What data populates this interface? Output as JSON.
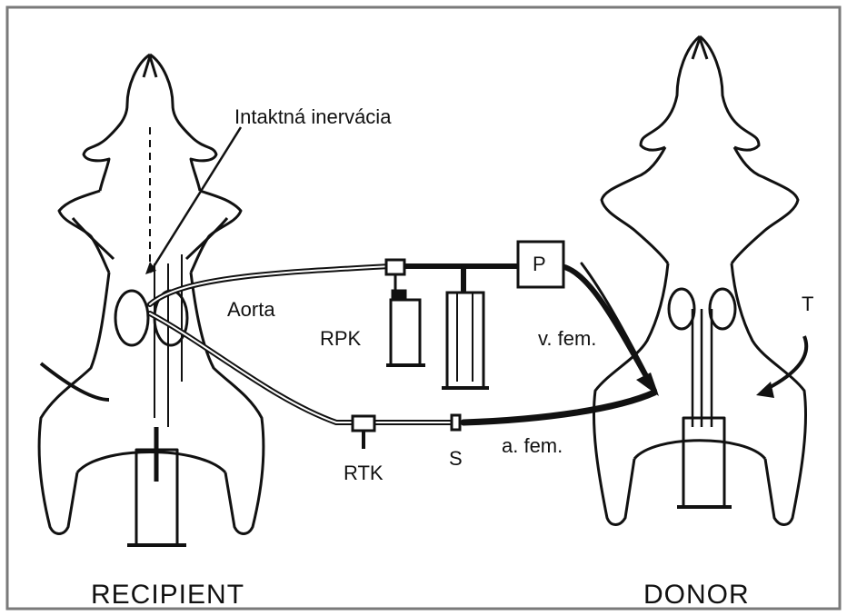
{
  "labels": {
    "innervation": "Intaktná inervácia",
    "aorta": "Aorta",
    "rpk": "RPK",
    "p": "P",
    "v_fem": "v. fem.",
    "t": "T",
    "rtk": "RTK",
    "s": "S",
    "a_fem": "a. fem.",
    "recipient": "RECIPIENT",
    "donor": "DONOR"
  },
  "colors": {
    "line": "#111111",
    "background": "#ffffff",
    "frame": "#7a7a7a"
  }
}
